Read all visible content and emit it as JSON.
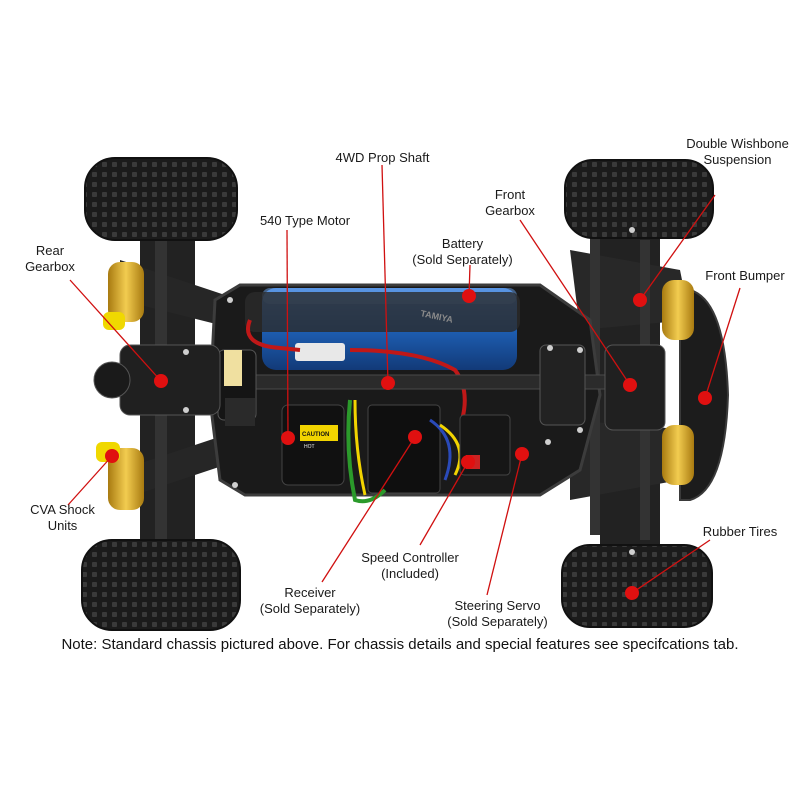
{
  "labels": {
    "rear_gearbox": [
      "Rear",
      "Gearbox"
    ],
    "motor": [
      "540 Type Motor"
    ],
    "prop_shaft": [
      "4WD Prop Shaft"
    ],
    "battery": [
      "Battery",
      "(Sold Separately)"
    ],
    "front_gearbox": [
      "Front",
      "Gearbox"
    ],
    "wishbone": [
      "Double Wishbone",
      "Suspension"
    ],
    "front_bumper": [
      "Front Bumper"
    ],
    "cva_shock": [
      "CVA Shock",
      "Units"
    ],
    "receiver": [
      "Receiver",
      "(Sold Separately)"
    ],
    "speed_controller": [
      "Speed Controller",
      "(Included)"
    ],
    "steering_servo": [
      "Steering Servo",
      "(Sold Separately)"
    ],
    "rubber_tires": [
      "Rubber Tires"
    ]
  },
  "note": "Note: Standard chassis pictured above. For chassis details and special features see specifcations tab.",
  "chassis_markings": {
    "caution_sticker": "CAUTION",
    "hot_text": "HOT",
    "battery_brand": "TAMIYA"
  },
  "colors": {
    "marker": "#e01010",
    "leader_line": "#d01010",
    "battery": "#1e5fb4",
    "chassis": "#1a1a1a",
    "shock_spring": "#e0b020",
    "shock_cap": "#f0d800"
  }
}
